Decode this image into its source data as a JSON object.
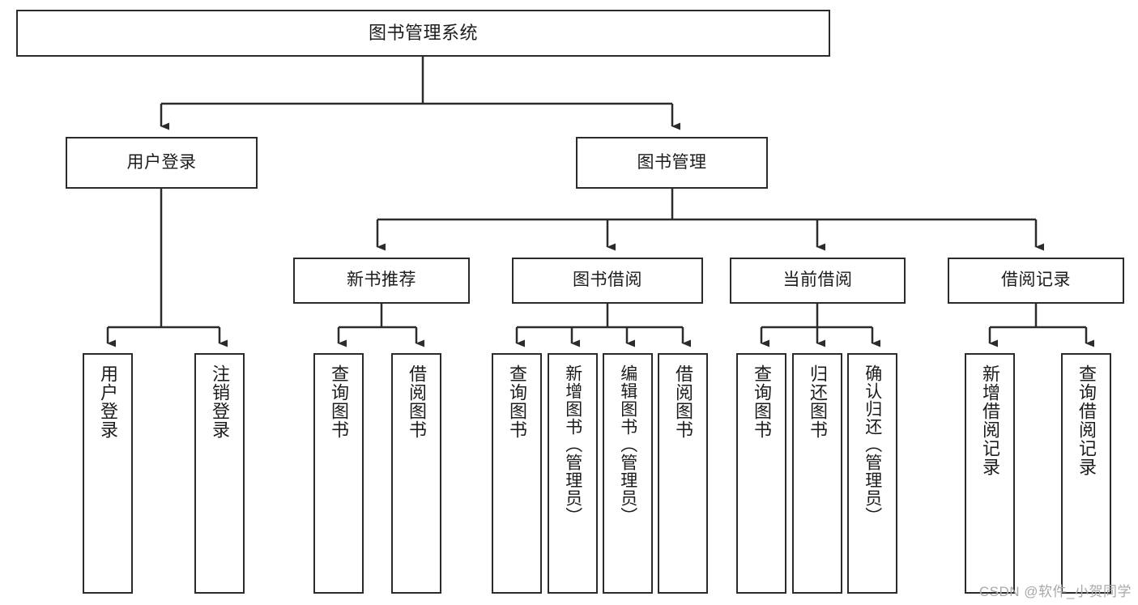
{
  "diagram": {
    "title": "图书管理系统",
    "type": "tree-hierarchy-chart",
    "watermark": "CSDN @软件_小贺同学",
    "colors": {
      "box_border": "#2b2b2b",
      "box_fill": "#ffffff",
      "edge": "#2b2b2b",
      "text": "#1c1c1c",
      "watermark": "#a8a8a8",
      "background": "#ffffff"
    },
    "root": {
      "label": "图书管理系统"
    },
    "level2": [
      {
        "label": "用户登录"
      },
      {
        "label": "图书管理"
      }
    ],
    "level3": [
      {
        "label": "新书推荐"
      },
      {
        "label": "图书借阅"
      },
      {
        "label": "当前借阅"
      },
      {
        "label": "借阅记录"
      }
    ],
    "leaves": {
      "user_login": [
        {
          "label": "用户登录"
        },
        {
          "label": "注销登录"
        }
      ],
      "new_book_recommend": [
        {
          "label": "查询图书"
        },
        {
          "label": "借阅图书"
        }
      ],
      "book_borrow": [
        {
          "label": "查询图书"
        },
        {
          "label": "新增图书（管理员）"
        },
        {
          "label": "编辑图书（管理员）"
        },
        {
          "label": "借阅图书"
        }
      ],
      "current_borrow": [
        {
          "label": "查询图书"
        },
        {
          "label": "归还图书"
        },
        {
          "label": "确认归还（管理员）"
        }
      ],
      "borrow_record": [
        {
          "label": "新增借阅记录"
        },
        {
          "label": "查询借阅记录"
        }
      ]
    }
  }
}
